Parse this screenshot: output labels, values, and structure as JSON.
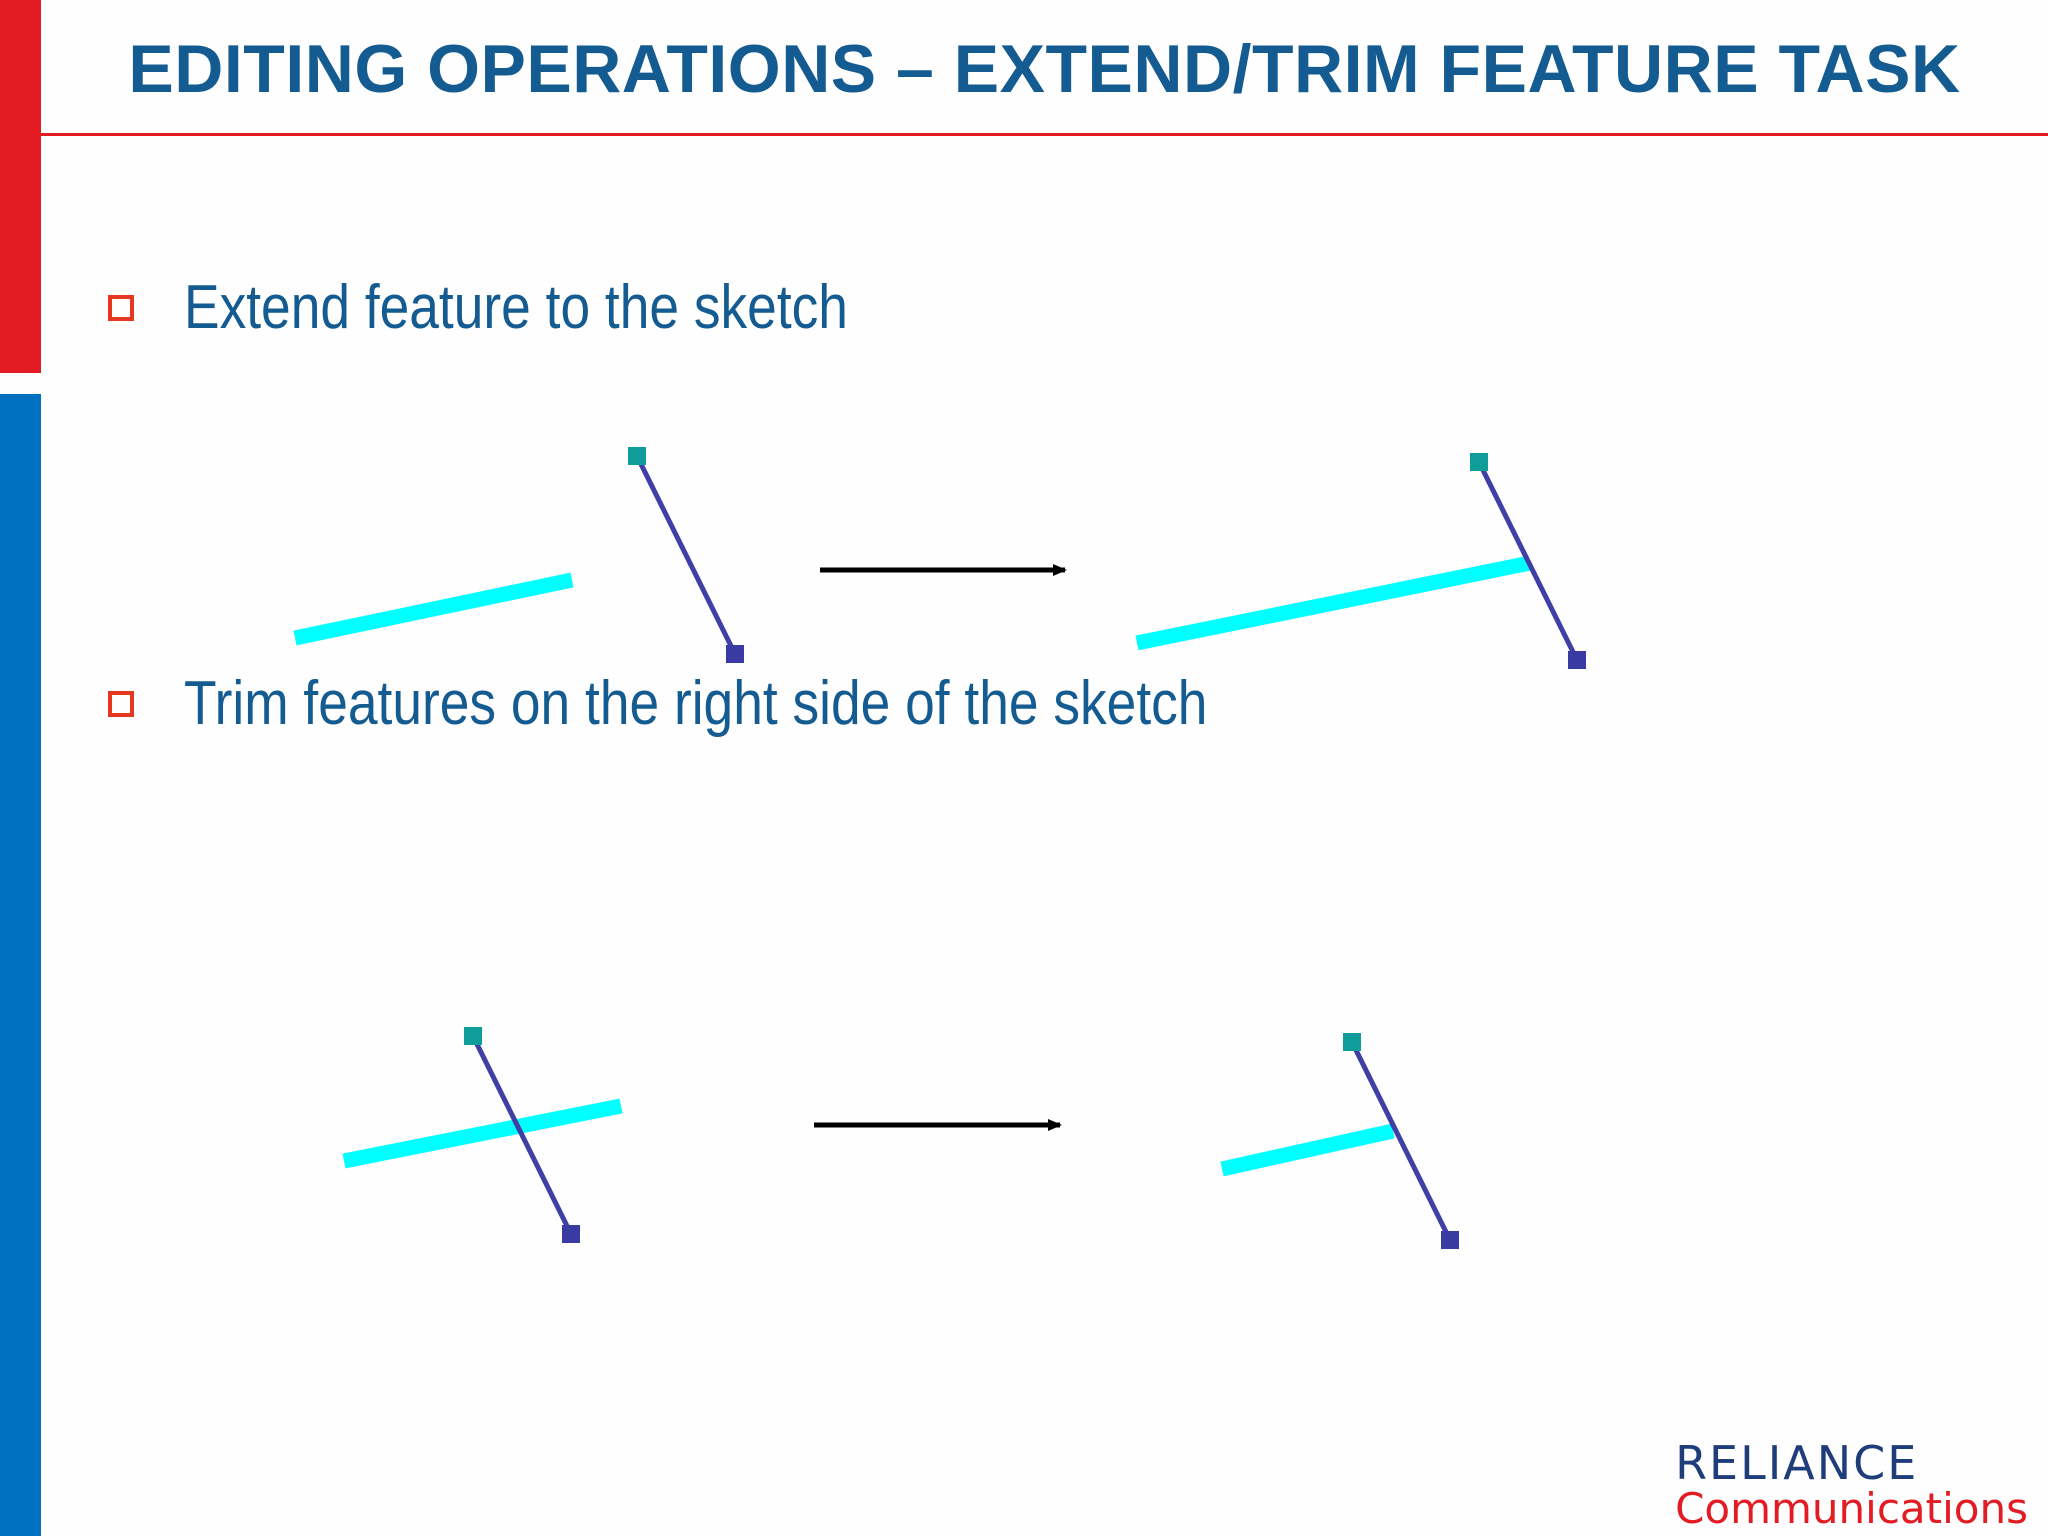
{
  "slide": {
    "title": "EDITING OPERATIONS – EXTEND/TRIM FEATURE TASK",
    "bullets": [
      {
        "text": "Extend feature to the sketch"
      },
      {
        "text": "Trim features on the right side of the sketch"
      }
    ],
    "logo": {
      "brand": "RELIANCE",
      "sub": "Communications"
    },
    "colors": {
      "title": "#135b91",
      "accent_red": "#e31b23",
      "accent_blue": "#0070c0",
      "feature": "#00ffff",
      "sketch": "#3f3fa6",
      "vertex_start": "#0f9d9a",
      "vertex_end": "#3a3aa3",
      "bullet_box": "#e6381f"
    },
    "icons": [
      "hollow-square-bullet-icon",
      "right-arrow-icon"
    ]
  }
}
